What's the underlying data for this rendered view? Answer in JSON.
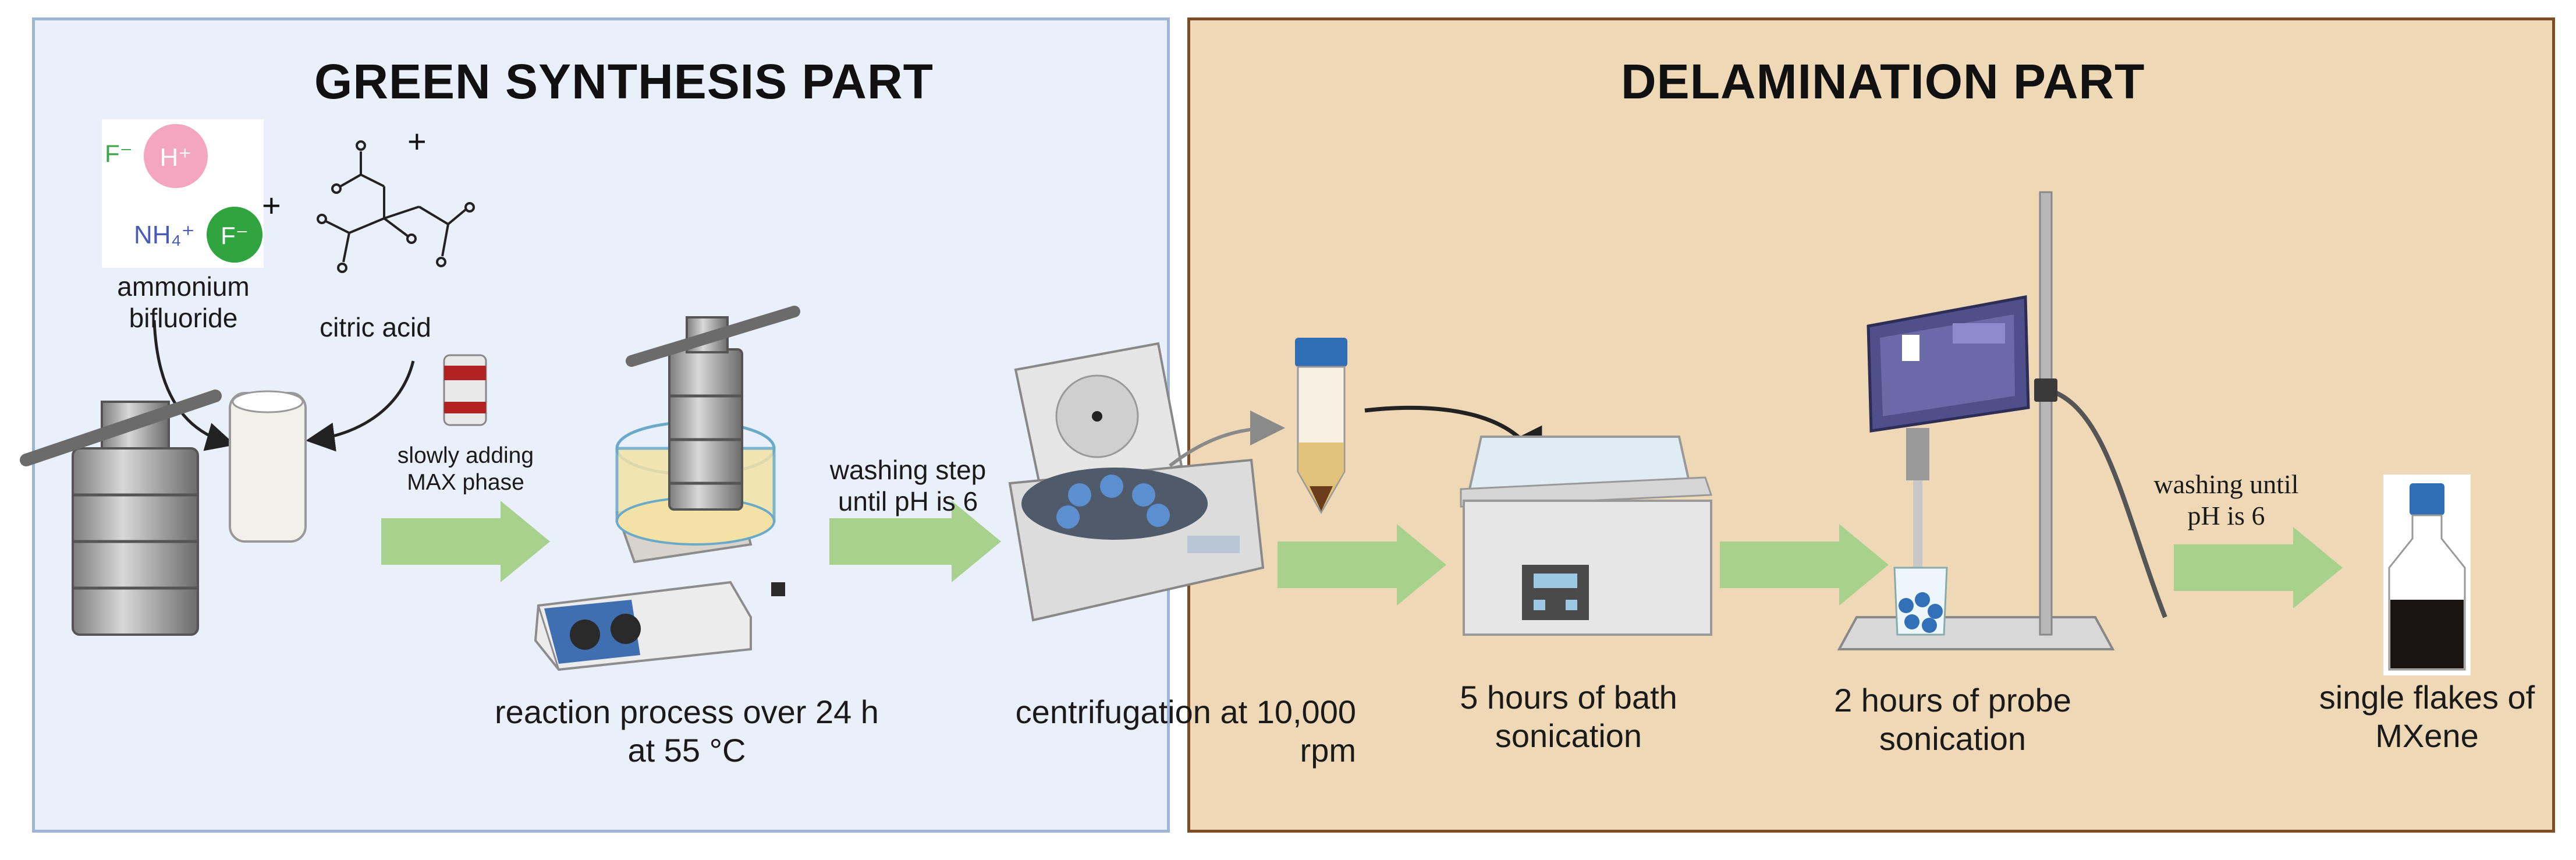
{
  "panels": {
    "green_title": "GREEN SYNTHESIS PART",
    "delam_title": "DELAMINATION PART"
  },
  "reagents": {
    "ion_f1": "F⁻",
    "ion_h": "H⁺",
    "ion_nh4": "NH₄⁺",
    "ion_f2": "F⁻",
    "plus1": "+",
    "plus2": "+",
    "ammonium_line1": "ammonium",
    "ammonium_line2": "bifluoride",
    "citric": "citric acid",
    "max_line1": "slowly adding",
    "max_line2": "MAX phase"
  },
  "steps": {
    "washing1_line1": "washing step",
    "washing1_line2": "until pH is 6",
    "reaction_line1": "reaction process over 24 h",
    "reaction_line2": "at 55 °C",
    "centrifuge_line1": "centrifugation at 10,000",
    "centrifuge_line2": "rpm",
    "bath_line1": "5 hours of bath",
    "bath_line2": "sonication",
    "probe_line1": "2 hours of probe",
    "probe_line2": "sonication",
    "washing2_line1": "washing until",
    "washing2_line2": "pH is 6",
    "final_line1": "single flakes of",
    "final_line2": "MXene"
  },
  "colors": {
    "green_panel_bg": "#e9f0fa",
    "delam_panel_bg": "#efd8b6",
    "arrow_green": "#a9d18e",
    "h_ion": "#f4a6c0",
    "f_ion": "#3aa84a",
    "nh4_text": "#4a5bb5"
  }
}
